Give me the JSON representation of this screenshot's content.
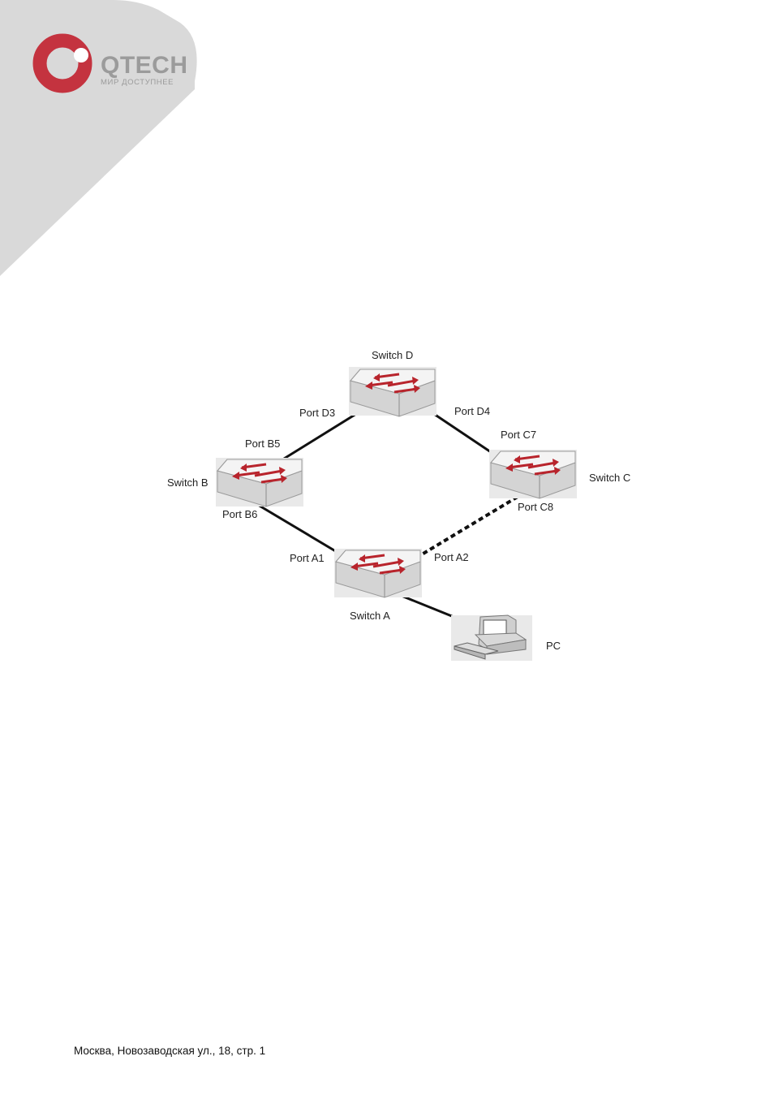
{
  "brand": {
    "name": "QTECH",
    "tagline": "МИР ДОСТУПНЕЕ",
    "colors": {
      "ring": "#c4333f",
      "text": "#9b9b9b",
      "corner": "#d9d9d9"
    }
  },
  "diagram": {
    "switches": {
      "d": "Switch D",
      "b": "Switch B",
      "c": "Switch C",
      "a": "Switch A"
    },
    "pc": "PC",
    "ports": {
      "d3": "Port D3",
      "d4": "Port D4",
      "b5": "Port B5",
      "b6": "Port B6",
      "c7": "Port C7",
      "c8": "Port C8",
      "a1": "Port A1",
      "a2": "Port A2"
    },
    "links": [
      {
        "from": "Switch D",
        "to": "Switch B",
        "style": "solid"
      },
      {
        "from": "Switch D",
        "to": "Switch C",
        "style": "solid"
      },
      {
        "from": "Switch B",
        "to": "Switch A",
        "style": "solid"
      },
      {
        "from": "Switch C",
        "to": "Switch A",
        "style": "dashed"
      },
      {
        "from": "Switch A",
        "to": "PC",
        "style": "solid"
      }
    ]
  },
  "footer": {
    "address": "Москва, Новозаводская ул., 18, стр. 1"
  }
}
